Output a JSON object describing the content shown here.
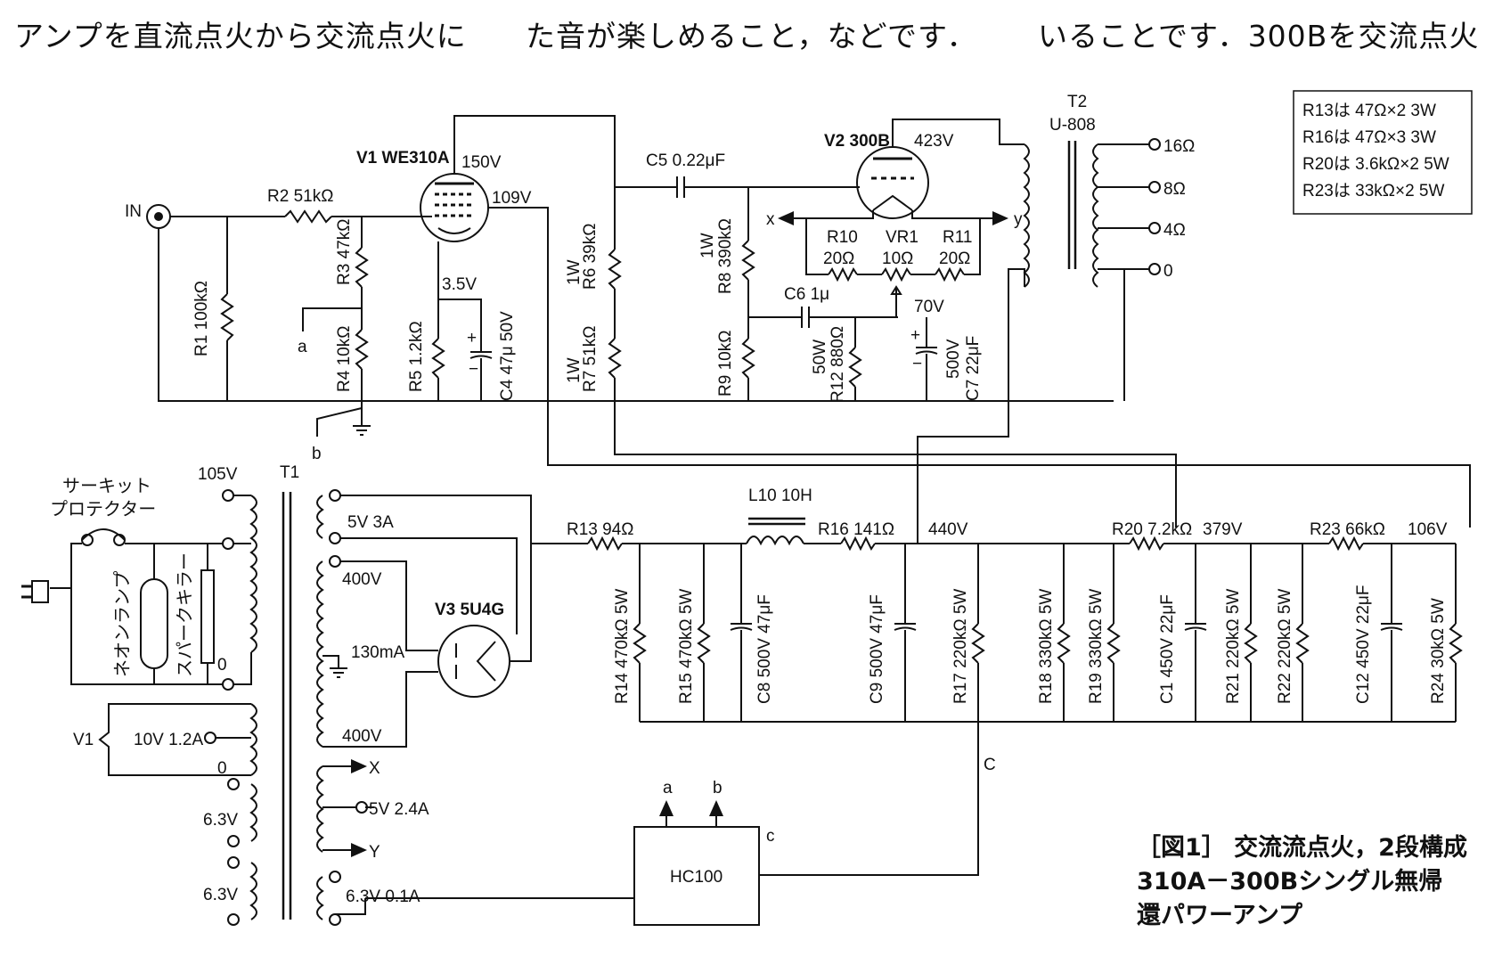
{
  "header": {
    "col1": "アンプを直流点火から交流点火に",
    "col2": "た音が楽しめること，などです．",
    "col3": "いることです．300Bを交流点火"
  },
  "figure": {
    "caption_line1": "［図1］ 交流流点火，2段構成",
    "caption_line2": "310A－300Bシングル無帰",
    "caption_line3": "還パワーアンプ"
  },
  "legend_box": {
    "rows": [
      "R13は 47Ω×2  3W",
      "R16は 47Ω×3  3W",
      "R20は 3.6kΩ×2  5W",
      "R23は 33kΩ×2  5W"
    ]
  },
  "labels": {
    "in": "IN",
    "v1": "V1 WE310A",
    "v1_plate": "150V",
    "v1_screen": "109V",
    "r2": "R2 51kΩ",
    "r1": "R1 100kΩ",
    "r3": "R3 47kΩ",
    "r4": "R4 10kΩ",
    "r5": "R5 1.2kΩ",
    "v_35": "3.5V",
    "c4": "C4 47μ 50V",
    "node_a": "a",
    "node_b": "b",
    "c5": "C5 0.22μF",
    "r6": "R6 39kΩ",
    "r6_w": "1W",
    "r7": "R7 51kΩ",
    "r7_w": "1W",
    "r8": "R8 390kΩ",
    "r8_w": "1W",
    "r9": "R9 10kΩ",
    "v2": "V2 300B",
    "v2_plate": "423V",
    "x": "x",
    "y": "y",
    "r10": "R10",
    "r10_v": "20Ω",
    "vr1": "VR1",
    "vr1_v": "10Ω",
    "r11": "R11",
    "r11_v": "20Ω",
    "c6": "C6 1μ",
    "v_70": "70V",
    "r12": "R12 880Ω",
    "r12_w": "50W",
    "c7": "C7 22μF",
    "c7_v": "500V",
    "t2": "T2",
    "t2_model": "U-808",
    "tap16": "16Ω",
    "tap8": "8Ω",
    "tap4": "4Ω",
    "tap0": "0",
    "t1": "T1",
    "v105": "105V",
    "breaker": "サーキット",
    "breaker2": "プロテクター",
    "neon": "ネオンランプ",
    "spark": "スパークキラー",
    "zero_pri": "0",
    "s5v3a": "5V 3A",
    "s400a": "400V",
    "s130": "130mA",
    "s400b": "400V",
    "v3": "V3 5U4G",
    "v1_fil": "V1",
    "s10v": "10V 1.2A",
    "zero_fil": "0",
    "sX": "X",
    "s5v24": "5V 2.4A",
    "sY": "Y",
    "s63a": "6.3V",
    "s63b": "6.3V",
    "s63c": "6.3V 0.1A",
    "hc": "HC100",
    "hc_a": "a",
    "hc_b": "b",
    "hc_c": "c",
    "node_C": "C",
    "r13": "R13 94Ω",
    "l10": "L10 10H",
    "r16": "R16 141Ω",
    "v440": "440V",
    "r20": "R20 7.2kΩ",
    "v379": "379V",
    "r23": "R23 66kΩ",
    "v106": "106V",
    "r14": "R14 470kΩ 5W",
    "r15": "R15 470kΩ 5W",
    "c8": "C8 500V 47μF",
    "c9": "C9 500V 47μF",
    "r17": "R17 220kΩ 5W",
    "r18": "R18 330kΩ 5W",
    "r19": "R19 330kΩ 5W",
    "c1": "C1 450V 22μF",
    "r21": "R21 220kΩ 5W",
    "r22": "R22 220kΩ 5W",
    "c12": "C12 450V 22μF",
    "r24": "R24 30kΩ 5W"
  }
}
